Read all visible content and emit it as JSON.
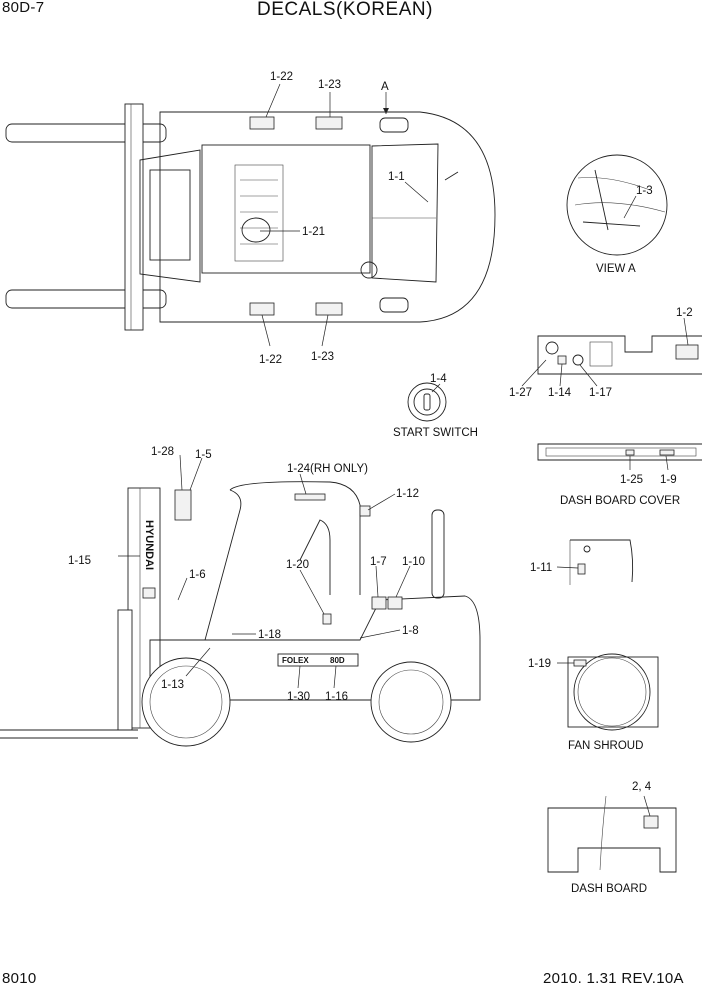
{
  "header": {
    "model": "80D-7",
    "title": "DECALS(KOREAN)"
  },
  "footer": {
    "page": "8010",
    "revision": "2010. 1.31  REV.10A"
  },
  "views": {
    "top": {
      "labels": [
        "1-22",
        "1-23",
        "A",
        "1-1",
        "1-21",
        "1-22",
        "1-23"
      ]
    },
    "view_a": {
      "caption": "VIEW A",
      "labels": [
        "1-3"
      ]
    },
    "start_switch": {
      "caption": "START SWITCH",
      "labels": [
        "1-4"
      ]
    },
    "dash_panel": {
      "labels": [
        "1-2",
        "1-27",
        "1-14",
        "1-17"
      ]
    },
    "dash_board_cover": {
      "caption": "DASH BOARD COVER",
      "labels": [
        "1-25",
        "1-9"
      ]
    },
    "side": {
      "labels": [
        "1-28",
        "1-5",
        "1-24(RH ONLY)",
        "1-12",
        "1-15",
        "1-6",
        "1-20",
        "1-7",
        "1-10",
        "1-18",
        "1-8",
        "1-13",
        "1-30",
        "1-16"
      ],
      "mast_text": "HYUNDAI",
      "badge_left": "FOLEX",
      "badge_right": "80D"
    },
    "small_panel": {
      "labels": [
        "1-11"
      ]
    },
    "fan_shroud": {
      "caption": "FAN SHROUD",
      "labels": [
        "1-19"
      ]
    },
    "dash_board": {
      "caption": "DASH BOARD",
      "labels": [
        "2, 4"
      ]
    }
  }
}
